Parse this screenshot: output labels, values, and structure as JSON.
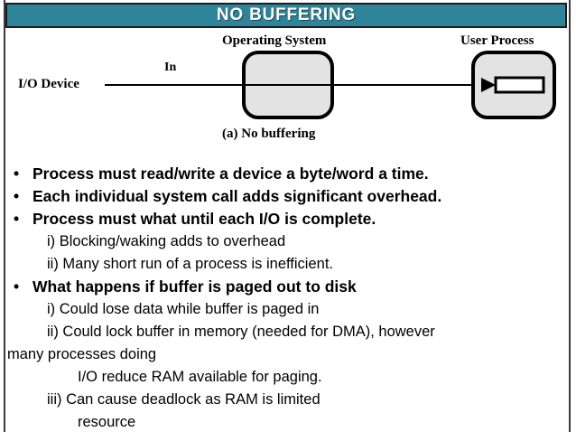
{
  "slide": {
    "title": "NO BUFFERING",
    "accent_color": "#2e8498",
    "title_text_color": "#ffffff",
    "border_color": "#1d1d1d",
    "background_color": "#ffffff"
  },
  "diagram": {
    "caption": "(a) No buffering",
    "labels": {
      "io_device": "I/O Device",
      "flow": "In",
      "operating_system": "Operating System",
      "user_process": "User Process"
    },
    "box_fill": "#e3e3e3",
    "buffer_fill": "#ffffff",
    "stroke": "#000000"
  },
  "content": {
    "lines": [
      {
        "kind": "bullet",
        "marker": "•",
        "text": "Process must read/write a device a byte/word a time."
      },
      {
        "kind": "bullet",
        "marker": "•",
        "text": "Each individual system call adds significant overhead."
      },
      {
        "kind": "bullet",
        "marker": "•",
        "text": "Process must what until each I/O is complete."
      },
      {
        "kind": "sub",
        "text": "i) Blocking/waking adds to overhead"
      },
      {
        "kind": "sub",
        "text": "ii) Many short run of a process is inefficient."
      },
      {
        "kind": "bullet",
        "marker": "•",
        "text": " What happens if buffer is paged out to disk"
      },
      {
        "kind": "sub",
        "text": "i)   Could lose data while buffer is paged in"
      },
      {
        "kind": "sub",
        "text": "ii)  Could lock buffer in memory (needed for DMA), however"
      },
      {
        "kind": "flush",
        "text": "many processes doing"
      },
      {
        "kind": "deep",
        "text": "I/O reduce RAM available for paging."
      },
      {
        "kind": "sub",
        "text": "iii) Can cause deadlock as RAM is limited"
      },
      {
        "kind": "clipped",
        "text": "resource"
      }
    ]
  }
}
